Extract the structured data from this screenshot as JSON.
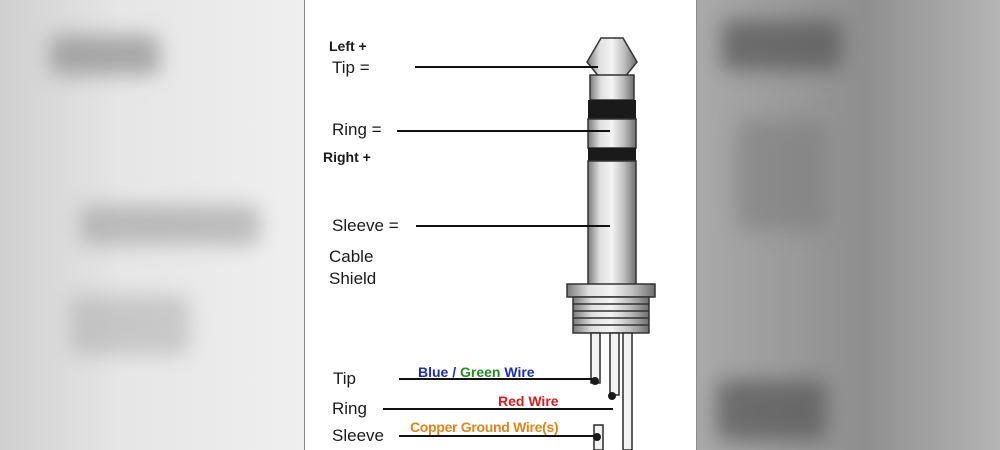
{
  "labels": {
    "left_plus": "Left +",
    "tip_eq": "Tip =",
    "ring_eq": "Ring =",
    "right_plus": "Right +",
    "sleeve_eq": "Sleeve =",
    "cable": "Cable",
    "shield": "Shield",
    "tip": "Tip",
    "ring": "Ring",
    "sleeve": "Sleeve"
  },
  "wires": {
    "blue": "Blue",
    "slash": " / ",
    "green": "Green",
    "wire_word": " Wire",
    "red": "Red Wire",
    "copper": "Copper Ground Wire(s)"
  },
  "colors": {
    "blue": "#1f2fa8",
    "green": "#2a8a2a",
    "red": "#d42020",
    "copper": "#d8861e"
  }
}
